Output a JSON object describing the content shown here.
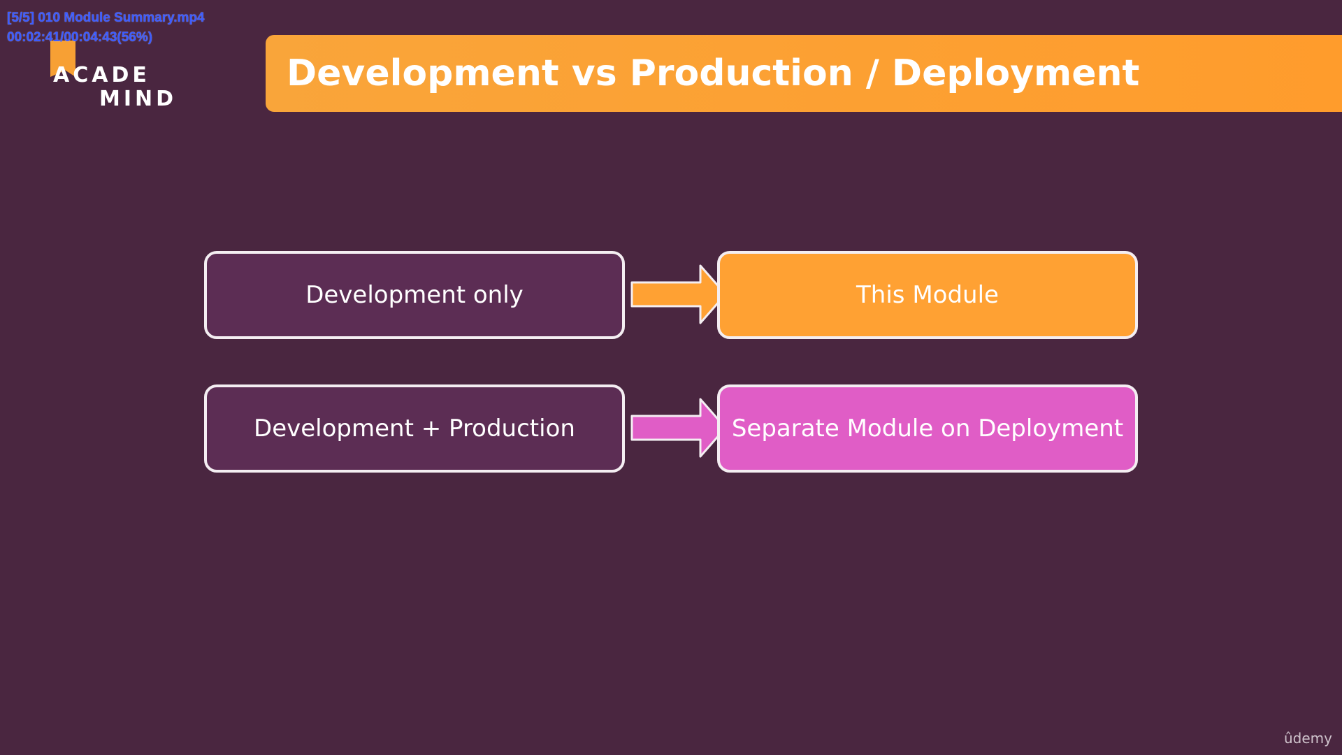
{
  "overlay": {
    "file_label": "[5/5] 010 Module Summary.mp4",
    "time_label": "00:02:41/00:04:43(56%)"
  },
  "logo": {
    "line1": "ACADE",
    "line2": "MIND"
  },
  "slide": {
    "title": "Development vs Production / Deployment",
    "rows": [
      {
        "left_label": "Development only",
        "right_label": "This Module",
        "color": "#ffa133"
      },
      {
        "left_label": "Development + Production",
        "right_label": "Separate Module on Deployment",
        "color": "#e05dc6"
      }
    ]
  },
  "watermark": "ûdemy",
  "colors": {
    "background": "#4a2640",
    "title_bar": "#ffa133",
    "left_box": "#5c2d54"
  }
}
